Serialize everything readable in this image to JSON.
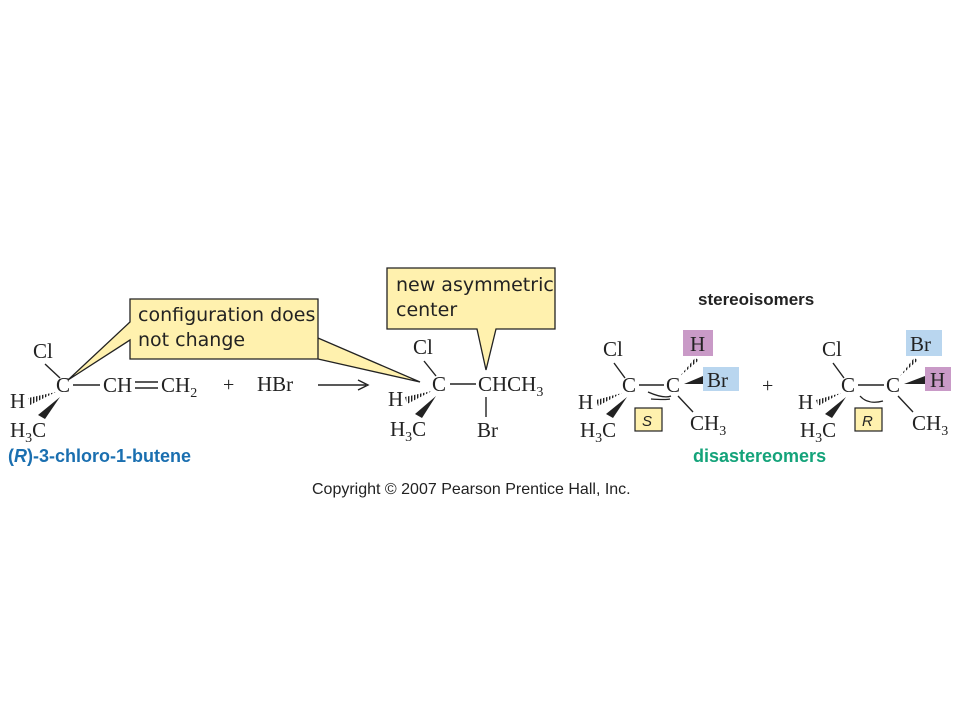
{
  "colors": {
    "callout_fill": "#fff1ae",
    "r_label_blue": "#1a6fb0",
    "diastereomer_green": "#14a37a",
    "h_highlight_purple": "#c99ac7",
    "br_highlight_blue": "#b9d6ef",
    "config_box_yellow": "#fff1ae"
  },
  "callouts": {
    "configuration": {
      "line1": "configuration does",
      "line2": "not change"
    },
    "new_center": {
      "line1": "new asymmetric",
      "line2": "center"
    }
  },
  "reactant": {
    "cl": "Cl",
    "c": "C",
    "h": "H",
    "bond": "—",
    "ch": "CH",
    "ch2": "CH",
    "ch2_sub": "2",
    "h3": "H",
    "h3_sub": "3",
    "h3_c": "C",
    "name_prefix": "(",
    "name_r": "R",
    "name_suffix": ")-3-chloro-1-butene"
  },
  "reagent": {
    "plus": "+",
    "hbr": "HBr",
    "arrow": "⟶"
  },
  "product": {
    "cl": "Cl",
    "c": "C",
    "bond": "—",
    "chch": "CHCH",
    "chch_sub": "3",
    "h": "H",
    "h3": "H",
    "h3_sub": "3",
    "h3_c": "C",
    "br": "Br"
  },
  "stereoisomers": {
    "heading": "stereoisomers",
    "plus": "+",
    "footer": "disastereomers",
    "left": {
      "cl": "Cl",
      "c1": "C",
      "bond": "—",
      "c2": "C",
      "h_top": "H",
      "br": "Br",
      "h": "H",
      "h3": "H",
      "h3_sub": "3",
      "h3_c": "C",
      "ch": "CH",
      "ch_sub": "3",
      "config": "S"
    },
    "right": {
      "cl": "Cl",
      "c1": "C",
      "bond": "—",
      "c2": "C",
      "br_top": "Br",
      "h_right": "H",
      "h": "H",
      "h3": "H",
      "h3_sub": "3",
      "h3_c": "C",
      "ch": "CH",
      "ch_sub": "3",
      "config": "R"
    }
  },
  "copyright": "Copyright © 2007 Pearson Prentice Hall, Inc."
}
